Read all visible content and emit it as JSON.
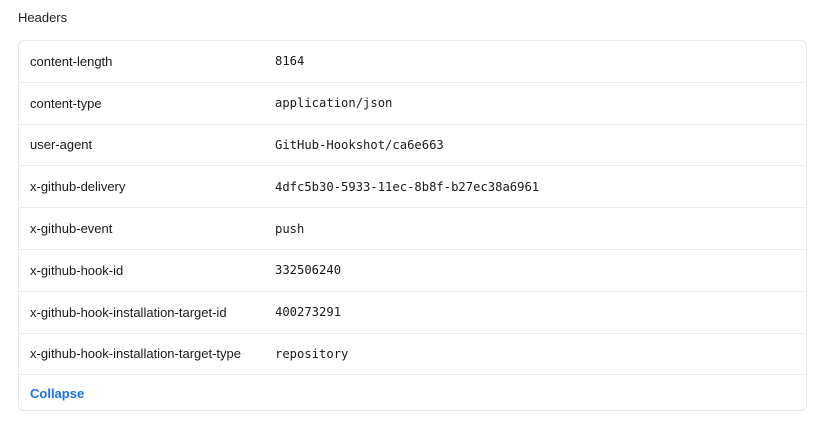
{
  "section": {
    "title": "Headers"
  },
  "headers": [
    {
      "key": "content-length",
      "value": "8164"
    },
    {
      "key": "content-type",
      "value": "application/json"
    },
    {
      "key": "user-agent",
      "value": "GitHub-Hookshot/ca6e663"
    },
    {
      "key": "x-github-delivery",
      "value": "4dfc5b30-5933-11ec-8b8f-b27ec38a6961"
    },
    {
      "key": "x-github-event",
      "value": "push"
    },
    {
      "key": "x-github-hook-id",
      "value": "332506240"
    },
    {
      "key": "x-github-hook-installation-target-id",
      "value": "400273291"
    },
    {
      "key": "x-github-hook-installation-target-type",
      "value": "repository"
    }
  ],
  "footer": {
    "collapse_label": "Collapse"
  },
  "colors": {
    "link": "#1a73e8",
    "border": "#e8e8e8"
  }
}
